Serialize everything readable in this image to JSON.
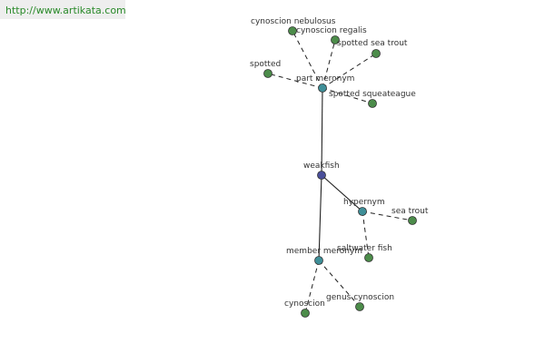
{
  "banner": {
    "url": "http://www.artikata.com"
  },
  "colors": {
    "root": "#4a4f9a",
    "relation": "#3f8f98",
    "leaf": "#4c8c4a",
    "edge": "#222222"
  },
  "graph": {
    "root": "weakfish",
    "relations": [
      "part meronym",
      "hypernym",
      "member meronym"
    ],
    "leaves": {
      "part meronym": [
        "cynoscion nebulosus",
        "cynoscion regalis",
        "spotted sea trout",
        "spotted",
        "spotted squeateague"
      ],
      "hypernym": [
        "sea trout",
        "saltwater fish"
      ],
      "member meronym": [
        "cynoscion",
        "genus cynoscion"
      ]
    }
  }
}
